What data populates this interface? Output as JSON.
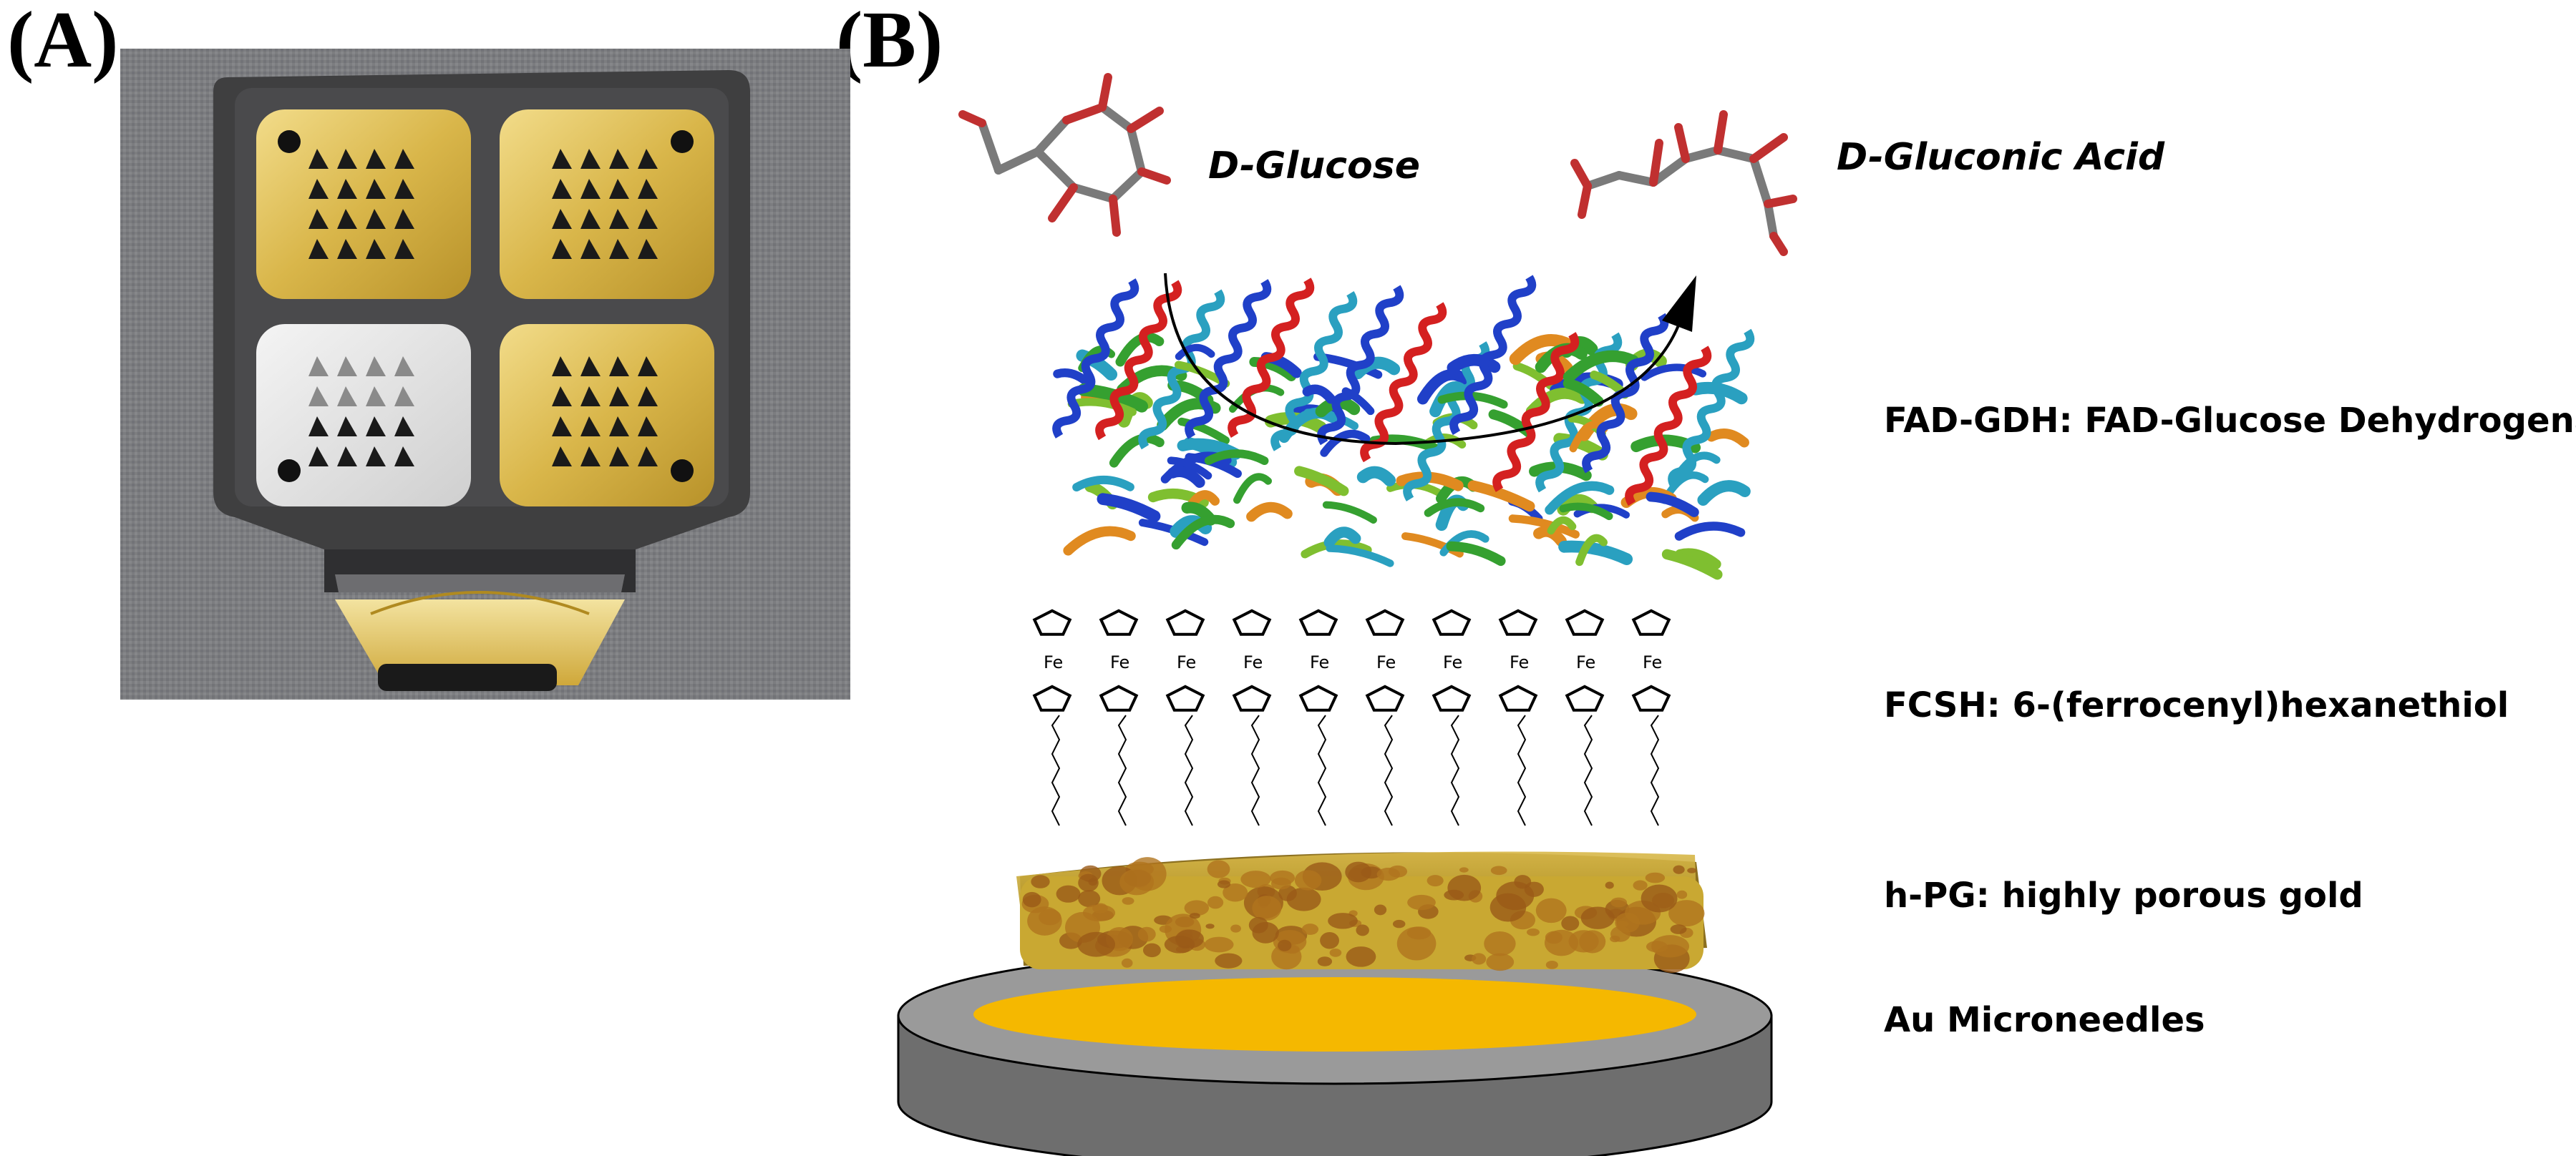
{
  "panels": {
    "a": {
      "label": "(A)"
    },
    "b": {
      "label": "(B)"
    }
  },
  "reaction": {
    "substrate": "D-Glucose",
    "product": "D-Gluconic Acid"
  },
  "layers": [
    {
      "id": "gdh",
      "label": "FAD-GDH: FAD-Glucose Dehydrogenase"
    },
    {
      "id": "fcsh",
      "label": "FCSH: 6-(ferrocenyl)hexanethiol"
    },
    {
      "id": "hpg",
      "label": "h-PG: highly porous gold"
    },
    {
      "id": "au",
      "label": "Au Microneedles"
    }
  ],
  "ferrocene": {
    "atom_label": "Fe",
    "count": 10
  },
  "colors": {
    "gold": "#d9b64a",
    "gold_disc": "#f5b800",
    "platform_top": "#9a9a9a",
    "platform_side": "#6e6e6e",
    "porous_gold": "#c9a832",
    "helix_red": "#d42020",
    "strand_green": "#35a030",
    "helix_blue": "#2040c8",
    "loop_cyan": "#2aa0c0"
  }
}
